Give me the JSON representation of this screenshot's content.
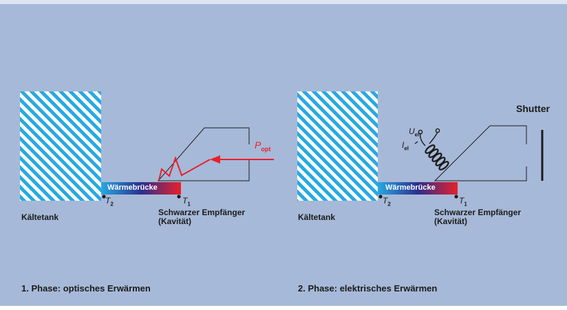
{
  "phase1": {
    "caption": "1. Phase: optisches Erwärmen",
    "tank_label": "Kältetank",
    "bridge_label": "Wärmebrücke",
    "receiver_label_line1": "Schwarzer Empfänger",
    "receiver_label_line2": "(Kavität)",
    "t1_symbol": "T",
    "t1_sub": "1",
    "t2_symbol": "T",
    "t2_sub": "2",
    "popt_symbol": "P",
    "popt_sub": "opt"
  },
  "phase2": {
    "caption": "2. Phase: elektrisches Erwärmen",
    "tank_label": "Kältetank",
    "bridge_label": "Wärmebrücke",
    "receiver_label_line1": "Schwarzer Empfänger",
    "receiver_label_line2": "(Kavität)",
    "t1_symbol": "T",
    "t1_sub": "1",
    "t2_symbol": "T",
    "t2_sub": "2",
    "u_symbol": "U",
    "u_sub": "el",
    "i_symbol": "I",
    "i_sub": "el",
    "shutter_label": "Shutter"
  },
  "colors": {
    "background": "#a7b9d8",
    "hatch_blue": "#27a9e1",
    "bridge_start": "#27a9e1",
    "bridge_mid": "#2b2f8f",
    "bridge_end": "#e8202a",
    "laser_red": "#e8202a",
    "line": "#1a1a1a"
  }
}
